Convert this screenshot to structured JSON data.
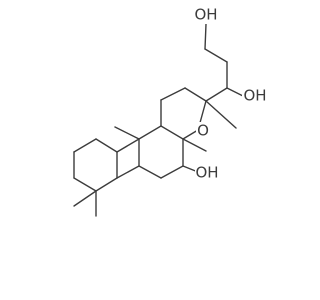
{
  "molecule": {
    "labels": {
      "oh_top": "OH",
      "oh_side": "OH",
      "oh_bottom": "OH",
      "ring_oxygen": "O"
    },
    "colors": {
      "bond": "#3c3c3c",
      "text": "#3c3c3c",
      "background": "#ffffff"
    }
  }
}
